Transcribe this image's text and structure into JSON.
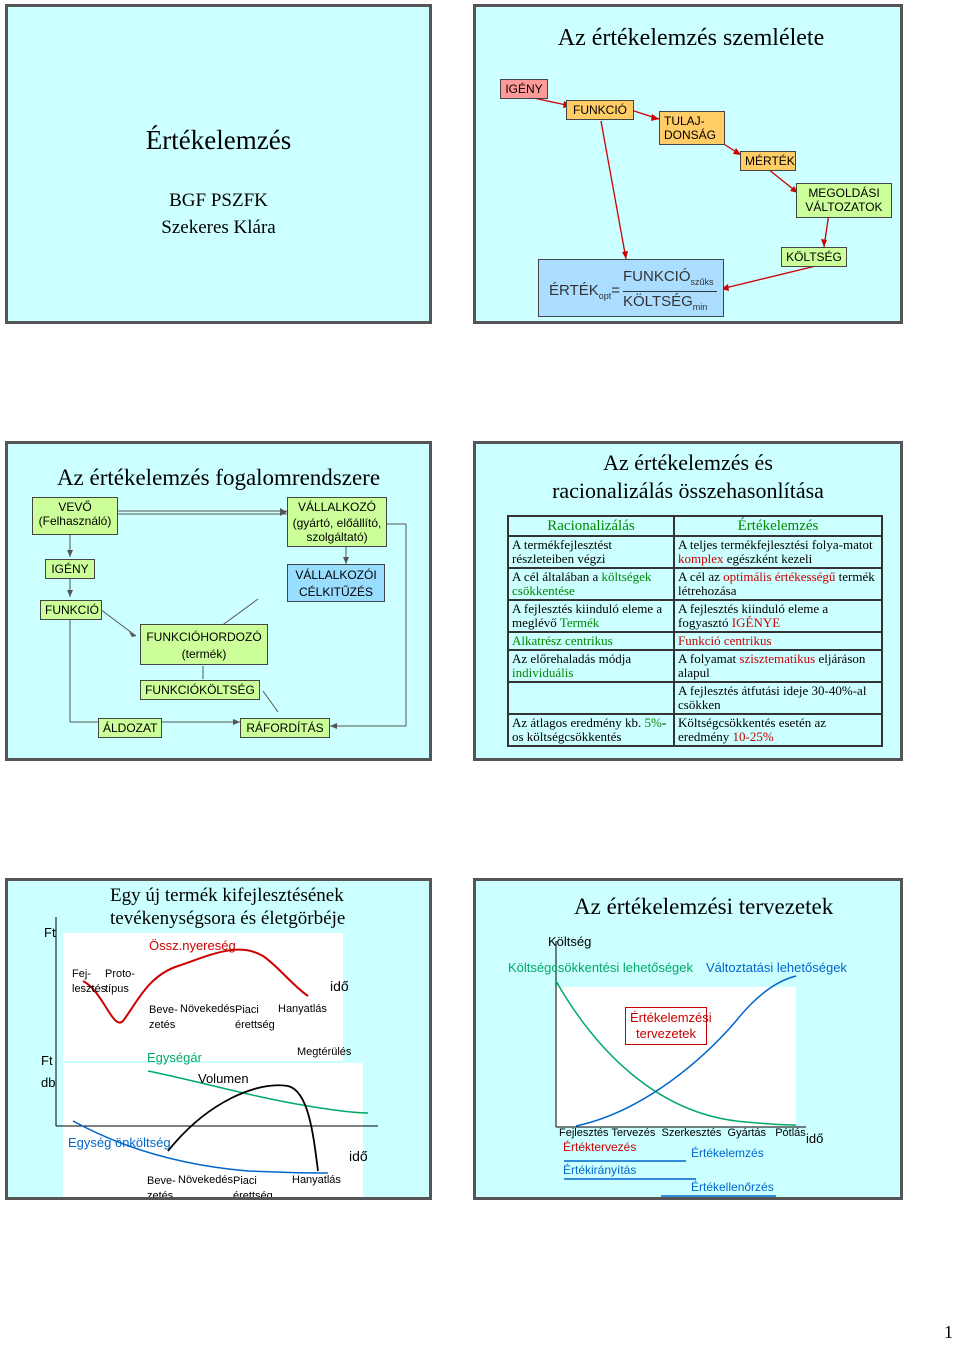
{
  "slide1": {
    "title": "Értékelemzés",
    "line1": "BGF PSZFK",
    "line2": "Szekeres Klára"
  },
  "slide2": {
    "title": "Az értékelemzés szemlélete",
    "igeny": "IGÉNY",
    "funkcio": "FUNKCIÓ",
    "tulaj1": "TULAJ-",
    "tulaj2": "DONSÁG",
    "mertek": "MÉRTÉK",
    "megoldasi1": "MEGOLDÁSI",
    "megoldasi2": "VÁLTOZATOK",
    "koltseg": "KÖLTSÉG",
    "formula_ertek": "ÉRTÉK",
    "formula_opt": "opt",
    "formula_eq": "=",
    "formula_num": "FUNKCIÓ",
    "formula_num_sub": "szűks",
    "formula_den": "KÖLTSÉG",
    "formula_den_sub": "min"
  },
  "slide3": {
    "title": "Az értékelemzés fogalomrendszere",
    "vevo1": "VEVŐ",
    "vevo2": "(Felhasználó)",
    "igeny": "IGÉNY",
    "funkcio": "FUNKCIÓ",
    "aldozat": "ÁLDOZAT",
    "fh1": "FUNKCIÓHORDOZÓ",
    "fh2": "(termék)",
    "fk": "FUNKCIÓKÖLTSÉG",
    "rafordit": "RÁFORDÍTÁS",
    "vall1": "VÁLLALKOZÓ",
    "vall2": "(gyártó, előállító,",
    "vall3": "szolgáltató)",
    "cel1": "VÁLLALKOZÓI",
    "cel2": "CÉLKITŰZÉS"
  },
  "slide4": {
    "title1": "Az értékelemzés és",
    "title2": "racionalizálás összehasonlítása",
    "col1": "Racionalizálás",
    "col2": "Értékelemzés",
    "r1a": "A termékfejlesztést részleteiben végzi",
    "r1b_1": "A teljes termékfejlesztési folya-matot ",
    "r1b_2": "komplex",
    "r1b_3": " egészként kezeli",
    "r2a_1": "A cél általában a ",
    "r2a_2": "költségek csökkentése",
    "r2b_1": "A cél az ",
    "r2b_2": "optimális értékességű",
    "r2b_3": " termék létrehozása",
    "r3a_1": "A fejlesztés kiinduló eleme a meglévő ",
    "r3a_2": "Termék",
    "r3b_1": "A fejlesztés kiinduló eleme a fogyasztó ",
    "r3b_2": "IGÉNYE",
    "r4a": "Alkatrész centrikus",
    "r4b": "Funkció centrikus",
    "r5a_1": "Az előrehaladás módja ",
    "r5a_2": "individuális",
    "r5b_1": "A folyamat ",
    "r5b_2": "szisztematikus",
    "r5b_3": " eljáráson alapul",
    "r6b": "A fejlesztés átfutási ideje 30-40%-al csökken",
    "r7a_1": "Az átlagos eredmény kb. ",
    "r7a_2": "5%",
    "r7a_3": "-os költségcsökkentés",
    "r7b_1": "Költségcsökkentés esetén az eredmény ",
    "r7b_2": "10-25%"
  },
  "slide5": {
    "title1": "Egy új termék kifejlesztésének",
    "title2": "tevékenységsora és életgörbéje",
    "ft": "Ft",
    "ossz": "Össz.nyereség",
    "fej1": "Fej-",
    "fej2": "lesztés",
    "proto1": "Proto-",
    "proto2": "típus",
    "ido": "idő",
    "beve1": "Beve-",
    "beve2": "zetés",
    "novekedes": "Növekedés",
    "piaci1": "Piaci",
    "piaci2": "érettség",
    "hanyatlas": "Hanyatlás",
    "ft2": "Ft",
    "db": "db",
    "egysegar": "Egységár",
    "megterules": "Megtérülés",
    "volumen": "Volumen",
    "egyseg_onk": "Egység önköltség",
    "ido2": "idő"
  },
  "slide6": {
    "title": "Az értékelemzési tervezetek",
    "koltseg": "Költség",
    "kcs": "Költségcsökkentési lehetőségek",
    "valt": "Változtatási lehetőségek",
    "et1": "Értékelemzési",
    "et2": "tervezetek",
    "phases": "Fejlesztés Tervezés  Szerkesztés  Gyártás   Pótlás",
    "ido": "idő",
    "ertektervezes": "Értéktervezés",
    "ertekelemzes": "Értékelemzés",
    "ertekiranyitas": "Értékirányítás",
    "ertekellenorzes": "Értékellenőrzés"
  },
  "page_number": "1"
}
